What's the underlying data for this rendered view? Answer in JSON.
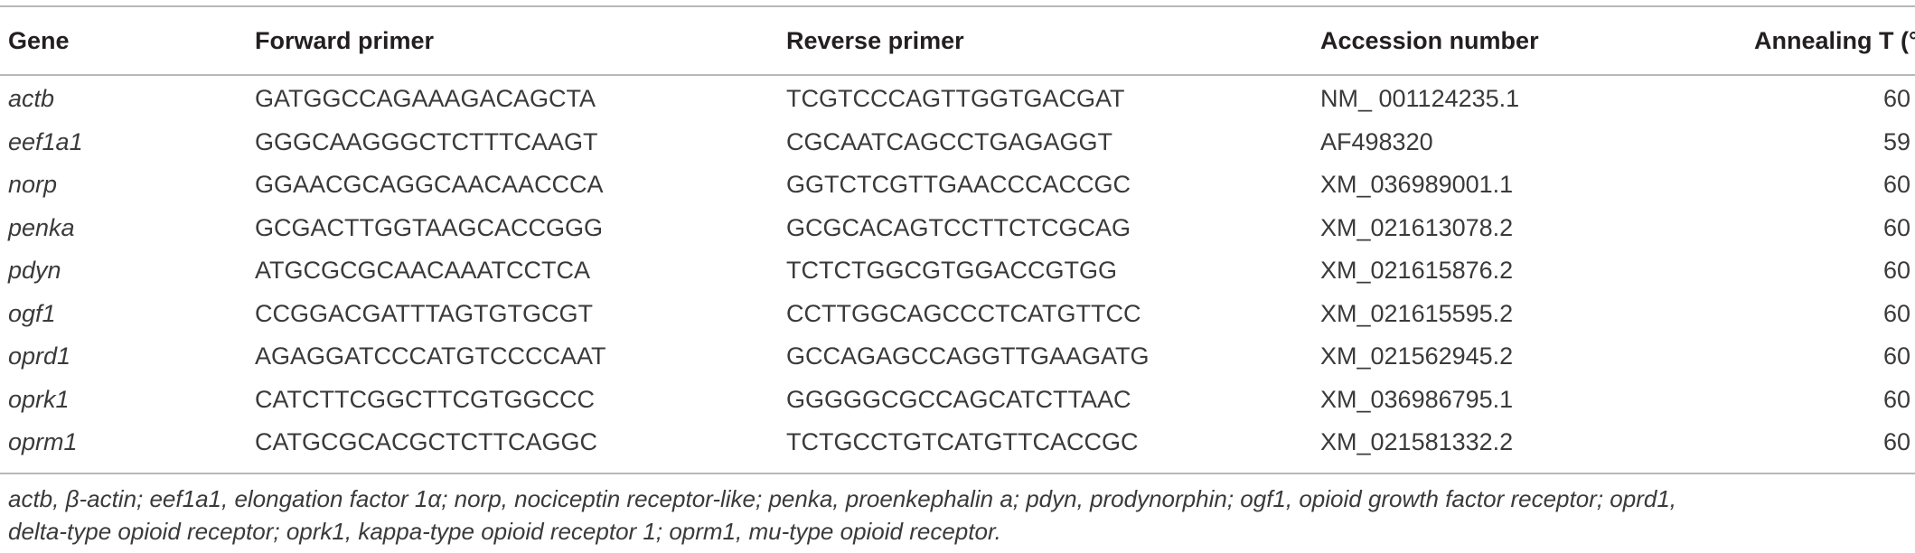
{
  "table": {
    "headers": {
      "gene": "Gene",
      "forward": "Forward primer",
      "reverse": "Reverse primer",
      "accession": "Accession number",
      "temp": "Annealing T (°C)"
    },
    "rows": [
      {
        "gene": "actb",
        "forward": "GATGGCCAGAAAGACAGCTA",
        "reverse": "TCGTCCCAGTTGGTGACGAT",
        "accession": "NM_ 001124235.1",
        "temp": "60"
      },
      {
        "gene": "eef1a1",
        "forward": "GGGCAAGGGCTCTTTCAAGT",
        "reverse": "CGCAATCAGCCTGAGAGGT",
        "accession": "AF498320",
        "temp": "59"
      },
      {
        "gene": "norp",
        "forward": "GGAACGCAGGCAACAACCCA",
        "reverse": "GGTCTCGTTGAACCCACCGC",
        "accession": "XM_036989001.1",
        "temp": "60"
      },
      {
        "gene": "penka",
        "forward": "GCGACTTGGTAAGCACCGGG",
        "reverse": "GCGCACAGTCCTTCTCGCAG",
        "accession": "XM_021613078.2",
        "temp": "60"
      },
      {
        "gene": "pdyn",
        "forward": "ATGCGCGCAACAAATCCTCA",
        "reverse": "TCTCTGGCGTGGACCGTGG",
        "accession": "XM_021615876.2",
        "temp": "60"
      },
      {
        "gene": "ogf1",
        "forward": "CCGGACGATTTAGTGTGCGT",
        "reverse": "CCTTGGCAGCCCTCATGTTCC",
        "accession": "XM_021615595.2",
        "temp": "60"
      },
      {
        "gene": "oprd1",
        "forward": "AGAGGATCCCATGTCCCCAAT",
        "reverse": "GCCAGAGCCAGGTTGAAGATG",
        "accession": "XM_021562945.2",
        "temp": "60"
      },
      {
        "gene": "oprk1",
        "forward": "CATCTTCGGCTTCGTGGCCC",
        "reverse": "GGGGGCGCCAGCATCTTAAC",
        "accession": "XM_036986795.1",
        "temp": "60"
      },
      {
        "gene": "oprm1",
        "forward": "CATGCGCACGCTCTTCAGGC",
        "reverse": "TCTGCCTGTCATGTTCACCGC",
        "accession": "XM_021581332.2",
        "temp": "60"
      }
    ]
  },
  "footnote": {
    "line1": "actb, β-actin; eef1a1, elongation factor 1α; norp, nociceptin receptor-like; penka, proenkephalin a; pdyn, prodynorphin; ogf1, opioid growth factor receptor; oprd1,",
    "line2": "delta-type opioid receptor; oprk1, kappa-type opioid receptor 1; oprm1, mu-type opioid receptor."
  }
}
